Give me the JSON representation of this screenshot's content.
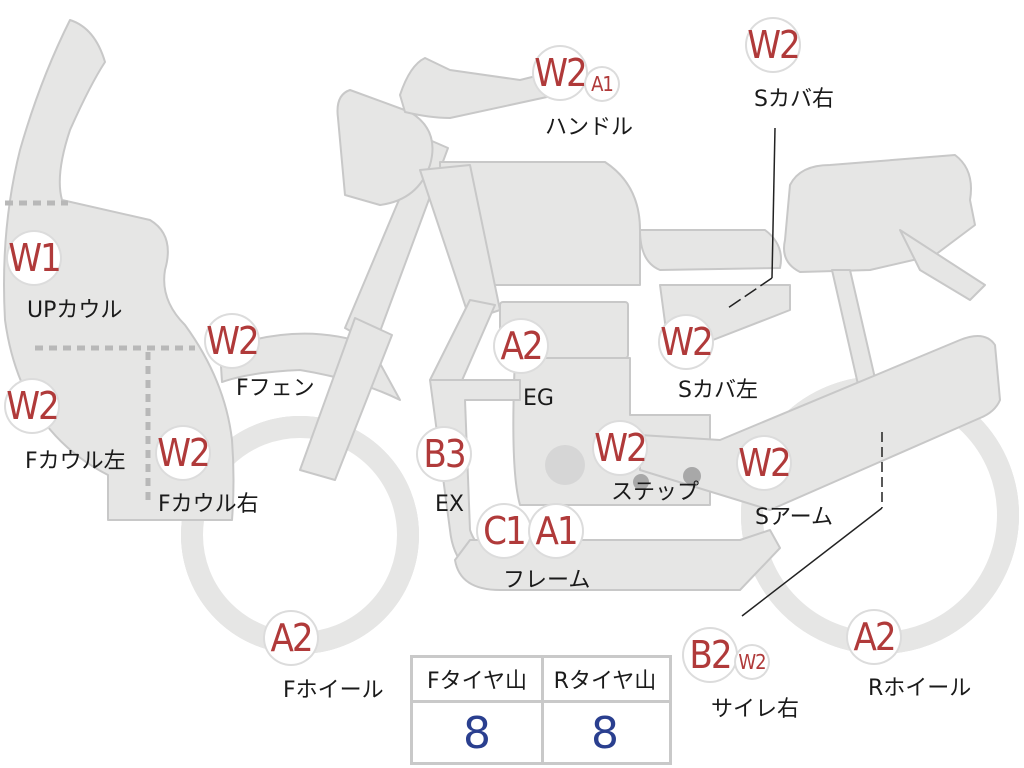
{
  "parts": {
    "handle": {
      "grade": "W2",
      "grade2": "A1",
      "label": "ハンドル"
    },
    "side_cover_right": {
      "grade": "W2",
      "label": "Sカバ右"
    },
    "up_cowl": {
      "grade": "W1",
      "label": "UPカウル"
    },
    "f_fender": {
      "grade": "W2",
      "label": "Fフェン"
    },
    "engine": {
      "grade": "A2",
      "label": "EG"
    },
    "side_cover_left": {
      "grade": "W2",
      "label": "Sカバ左"
    },
    "f_cowl_left": {
      "grade": "W2",
      "label": "Fカウル左"
    },
    "f_cowl_right": {
      "grade": "W2",
      "label": "Fカウル右"
    },
    "exhaust": {
      "grade": "B3",
      "label": "EX"
    },
    "step": {
      "grade": "W2",
      "label": "ステップ"
    },
    "swing_arm": {
      "grade": "W2",
      "label": "Sアーム"
    },
    "frame": {
      "grade": "C1",
      "grade2": "A1",
      "label": "フレーム"
    },
    "f_wheel": {
      "grade": "A2",
      "label": "Fホイール"
    },
    "silencer_right": {
      "grade": "B2",
      "grade2": "W2",
      "label": "サイレ右"
    },
    "r_wheel": {
      "grade": "A2",
      "label": "Rホイール"
    }
  },
  "tire_depth": {
    "front_label": "Fタイヤ山",
    "rear_label": "Rタイヤ山",
    "front_value": "8",
    "rear_value": "8"
  },
  "colors": {
    "grade_text": "#b03a3a",
    "tire_value": "#2a3f8f",
    "body_fill": "#e6e6e5",
    "outline": "#c8c8c8"
  }
}
